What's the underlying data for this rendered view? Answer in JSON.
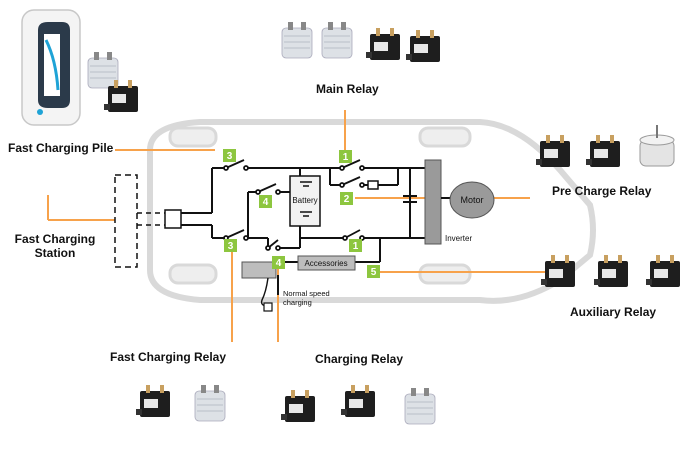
{
  "labels": {
    "fast_charging_pile": "Fast Charging Pile",
    "main_relay": "Main Relay",
    "pre_charge_relay": "Pre Charge Relay",
    "fast_charging_station_line1": "Fast Charging",
    "fast_charging_station_line2": "Station",
    "auxiliary_relay": "Auxiliary Relay",
    "fast_charging_relay": "Fast Charging Relay",
    "charging_relay": "Charging Relay"
  },
  "circuit": {
    "battery": "Battery",
    "motor": "Motor",
    "inverter": "Inverter",
    "accessories": "Accessories",
    "normal_speed_line1": "Normal speed",
    "normal_speed_line2": "charging"
  },
  "markers": {
    "m1_top": "1",
    "m1_bottom": "1",
    "m2": "2",
    "m3_top": "3",
    "m3_bottom": "3",
    "m4_left": "4",
    "m4_bottom": "4",
    "m5": "5"
  },
  "colors": {
    "marker_green": "#8DC63F",
    "leader_orange": "#F7A24B",
    "wire": "#111111",
    "car_outline": "#D9D9D9",
    "relay_black": "#1E1E1E",
    "relay_white": "#DDE1E6"
  },
  "icons": [
    "charging-pile-icon",
    "relay-black-icon",
    "relay-white-cylinder-icon",
    "relay-silver-round-icon"
  ]
}
